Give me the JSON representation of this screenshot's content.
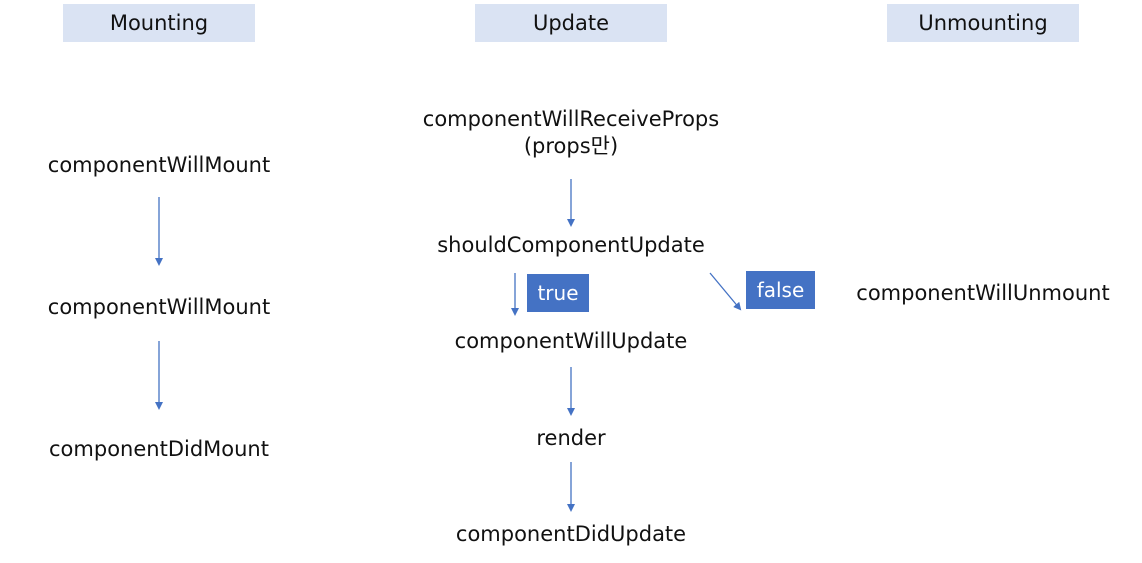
{
  "headers": {
    "mounting": "Mounting",
    "update": "Update",
    "unmounting": "Unmounting"
  },
  "mounting": {
    "step1": "componentWillMount",
    "step2": "componentWillMount",
    "step3": "componentDidMount"
  },
  "update": {
    "receive_props_line1": "componentWillReceiveProps",
    "receive_props_line2": "(props만)",
    "should_update": "shouldComponentUpdate",
    "true_label": "true",
    "false_label": "false",
    "will_update": "componentWillUpdate",
    "render": "render",
    "did_update": "componentDidUpdate"
  },
  "unmounting": {
    "will_unmount": "componentWillUnmount"
  },
  "colors": {
    "header_bg": "#dae3f3",
    "badge_bg": "#4472c4",
    "arrow": "#4472c4"
  }
}
